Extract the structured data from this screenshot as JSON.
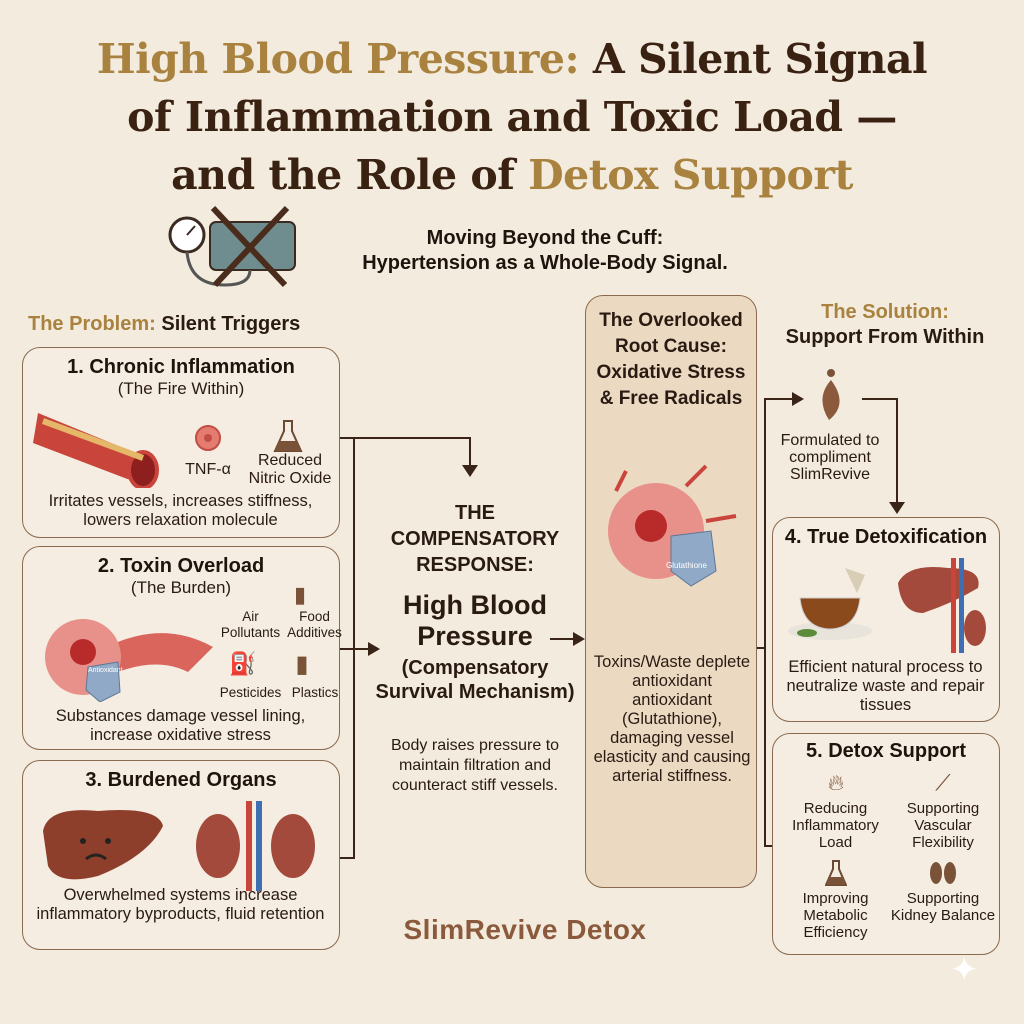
{
  "title": {
    "line1_accent": "High Blood Pressure:",
    "line1_rest": " A Silent Signal",
    "line2": "of Inflammation and Toxic Load —",
    "line3_rest": "and the Role of ",
    "line3_accent": "Detox Support"
  },
  "subtitle": {
    "line1": "Moving Beyond the Cuff:",
    "line2": "Hypertension as a Whole-Body Signal."
  },
  "problem": {
    "label_accent": "The Problem:",
    "label_rest": " Silent Triggers",
    "box1": {
      "title": "1. Chronic Inflammation",
      "subtitle": "(The Fire Within)",
      "icon1": "TNF-α",
      "icon2": "Reduced Nitric Oxide",
      "desc": "Irritates vessels, increases stiffness, lowers relaxation molecule"
    },
    "box2": {
      "title": "2. Toxin Overload",
      "subtitle": "(The Burden)",
      "shield": "Antioxidant",
      "items": [
        "Air Pollutants",
        "Food Additives",
        "Pesticides",
        "Plastics"
      ],
      "desc": "Substances damage vessel lining, increase oxidative stress"
    },
    "box3": {
      "title": "3. Burdened Organs",
      "desc": "Overwhelmed systems increase inflammatory byproducts, fluid retention"
    }
  },
  "response": {
    "heading": "THE COMPENSATORY RESPONSE:",
    "main": "High Blood Pressure",
    "paren": "(Compensatory Survival Mechanism)",
    "desc": "Body raises pressure to maintain filtration and counteract stiff vessels."
  },
  "root": {
    "title": "The Overlooked Root Cause: Oxidative Stress & Free Radicals",
    "shield": "Glutathione",
    "desc": "Toxins/Waste deplete antioxidant antioxidant (Glutathione), damaging vessel elasticity and causing arterial stiffness."
  },
  "solution": {
    "label_accent": "The Solution:",
    "label_rest": "Support From Within",
    "formulated": "Formulated to compliment SlimRevive",
    "box4": {
      "title": "4. True Detoxification",
      "desc": "Efficient natural process to neutralize waste and repair tissues"
    },
    "box5": {
      "title": "5. Detox Support",
      "items": [
        "Reducing Inflammatory Load",
        "Supporting Vascular Flexibility",
        "Improving Metabolic Efficiency",
        "Supporting Kidney Balance"
      ]
    }
  },
  "brand": "SlimRevive Detox",
  "colors": {
    "gold": "#a8823e",
    "brown": "#3a2213",
    "background": "#f3ebdd",
    "box_fill": "#ebd9c2"
  }
}
